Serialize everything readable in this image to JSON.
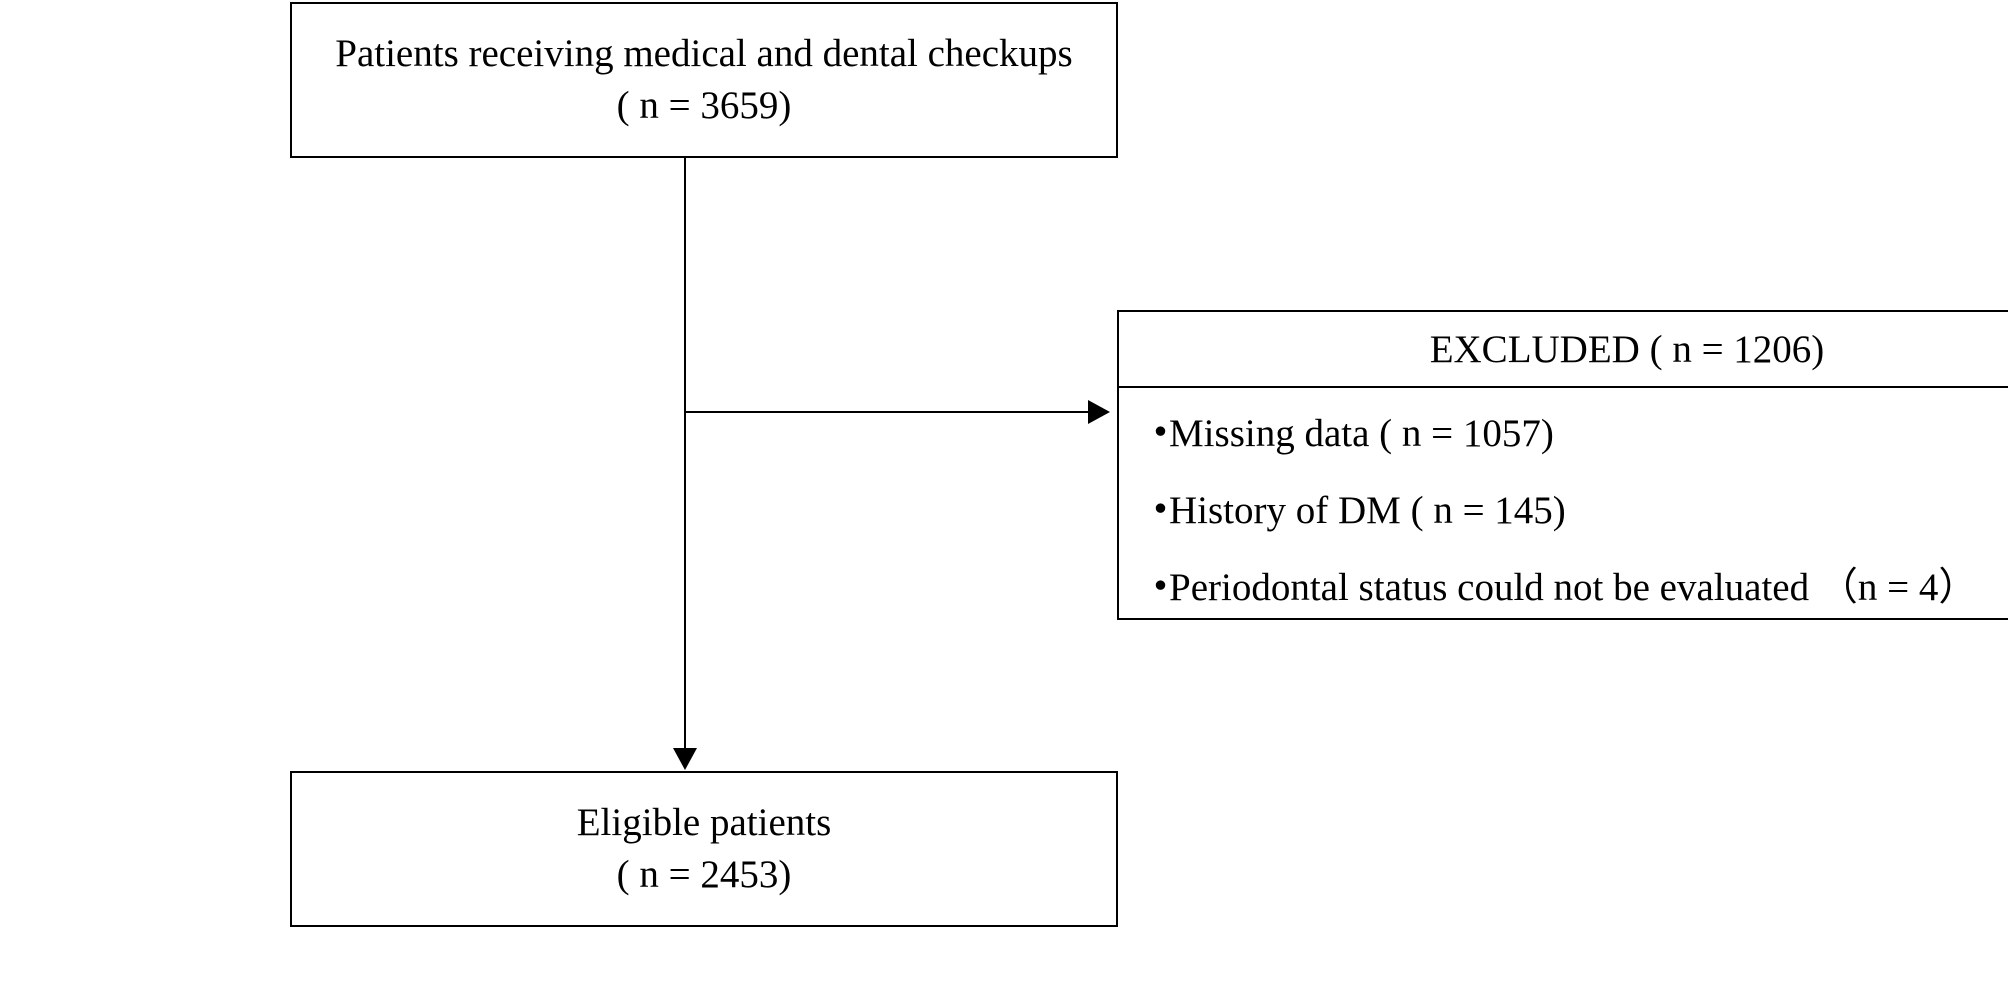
{
  "top_box": {
    "line1": "Patients receiving medical and dental checkups",
    "line2": "( n = 3659)"
  },
  "excluded": {
    "header": "EXCLUDED ( n = 1206)",
    "items": [
      "Missing data ( n = 1057)",
      "History of DM ( n = 145)",
      "Periodontal status could not be evaluated （n = 4）"
    ],
    "bullet": "・"
  },
  "bottom_box": {
    "line1": "Eligible patients",
    "line2": "( n = 2453)"
  }
}
